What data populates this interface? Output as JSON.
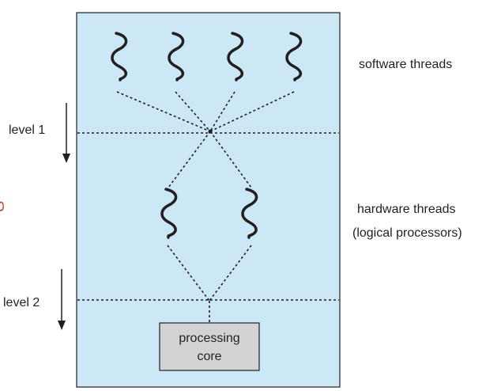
{
  "labels": {
    "software_threads": "software threads",
    "hardware_threads_line1": "hardware threads",
    "hardware_threads_line2": "(logical processors)",
    "level1": "level 1",
    "level2": "level 2",
    "core_line1": "processing",
    "core_line2": "core",
    "side_char": "당"
  },
  "colors": {
    "panel_fill": "#cce8f7",
    "panel_border": "#231f20",
    "core_fill": "#d1d3d4",
    "thread_stroke": "#231f20",
    "side_char": "#c0392b"
  },
  "thread_icon": "squiggle-thread-icon",
  "counts": {
    "software_threads": 4,
    "hardware_threads": 2
  }
}
